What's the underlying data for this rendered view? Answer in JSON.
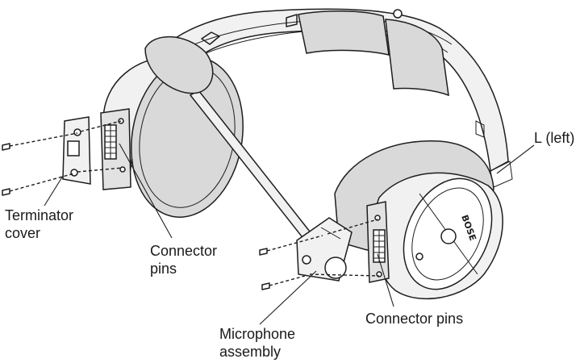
{
  "labels": {
    "terminator_line1": "Terminator",
    "terminator_line2": "cover",
    "connector_left_line1": "Connector",
    "connector_left_line2": "pins",
    "connector_right": "Connector pins",
    "microphone_line1": "Microphone",
    "microphone_line2": "assembly",
    "left_side": "L (left)"
  },
  "brand_mark": "BOSE"
}
